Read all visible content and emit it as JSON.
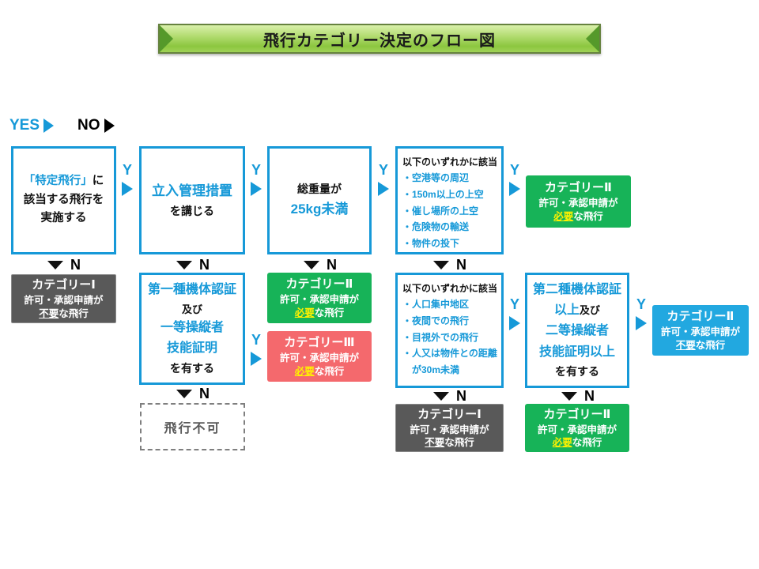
{
  "title": "飛行カテゴリー決定のフロー図",
  "legend": {
    "yes": "YES",
    "no": "NO"
  },
  "arrow": {
    "yes": "Y",
    "no": "N"
  },
  "flow": {
    "q1": {
      "l1a": "「特定飛行」",
      "l1b": "に",
      "l2": "該当する飛行を",
      "l3": "実施する"
    },
    "q2": {
      "l1": "立入管理措置",
      "l2": "を講じる"
    },
    "q3": {
      "l1": "総重量が",
      "l2": "25kg未満"
    },
    "q4": {
      "header": "以下のいずれかに該当",
      "items": [
        "・空港等の周辺",
        "・150m以上の上空",
        "・催し場所の上空",
        "・危険物の輸送",
        "・物件の投下"
      ]
    },
    "q5": {
      "header": "以下のいずれかに該当",
      "items": [
        "・人口集中地区",
        "・夜間での飛行",
        "・目視外での飛行",
        "・人又は物件との距離",
        "　が30m未満"
      ]
    },
    "q6": {
      "l1": "第一種機体認証",
      "l2": "及び",
      "l3": "一等操縦者",
      "l4": "技能証明",
      "l5": "を有する"
    },
    "q7": {
      "l1": "第二種機体認証",
      "l2a": "以上",
      "l2b": "及び",
      "l3": "二等操縦者",
      "l4": "技能証明以上",
      "l5": "を有する"
    },
    "no_fly": "飛行不可"
  },
  "results": {
    "cat2_top": {
      "title": "カテゴリーⅡ",
      "line": "許可・承認申請が",
      "em": "必要",
      "rest": "な飛行"
    },
    "cat2_mid": {
      "title": "カテゴリーⅡ",
      "line": "許可・承認申請が",
      "em": "必要",
      "rest": "な飛行"
    },
    "cat2_bottom": {
      "title": "カテゴリーⅡ",
      "line": "許可・承認申請が",
      "em": "必要",
      "rest": "な飛行"
    },
    "cat3": {
      "title": "カテゴリーⅢ",
      "line": "許可・承認申請が",
      "em": "必要",
      "rest": "な飛行"
    },
    "cat1_left": {
      "title": "カテゴリーⅠ",
      "line": "許可・承認申請が",
      "em": "不要",
      "rest": "な飛行"
    },
    "cat1_bottom": {
      "title": "カテゴリーⅠ",
      "line": "許可・承認申請が",
      "em": "不要",
      "rest": "な飛行"
    },
    "cat2_blue": {
      "title": "カテゴリーⅡ",
      "line": "許可・承認申請が",
      "em": "不要",
      "rest": "な飛行"
    }
  },
  "colors": {
    "accent_blue": "#1699D8",
    "result_blue": "#22A8E0",
    "green": "#17B358",
    "red": "#F4696D",
    "dark_gray": "#595959",
    "yellow": "#FFF100",
    "banner_green": "#8CC63F"
  }
}
